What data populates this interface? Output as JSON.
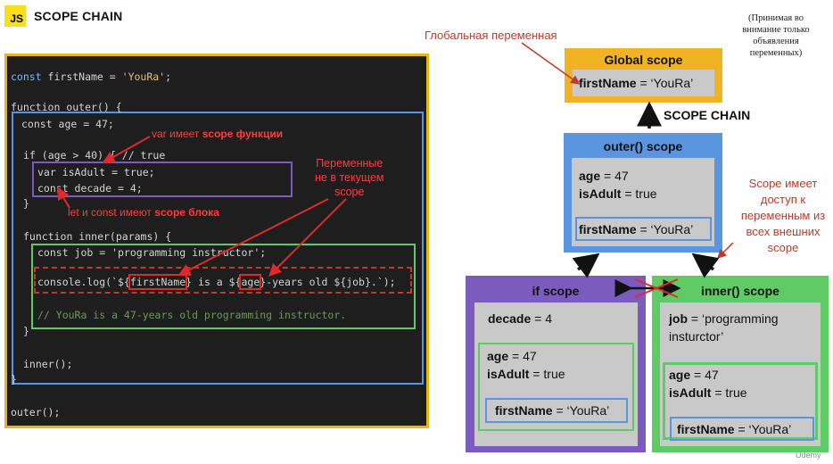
{
  "header": {
    "logo": "JS",
    "title": "SCOPE CHAIN"
  },
  "code": {
    "line1": "const firstName = 'YouRa';",
    "line3": "function outer() {",
    "line4": "const age = 47;",
    "line6": "if (age > 40) { // true",
    "line7": "var isAdult = true;",
    "line8": "const decade = 4;",
    "line9": "}",
    "line11": "function inner(params) {",
    "line12": "const job = 'programming instructor';",
    "line14_a": "console.log(`${",
    "line14_b": "firstName",
    "line14_c": "} is a ${",
    "line14_d": "age",
    "line14_e": "}-years old ${job}.`);",
    "line16": "// YouRa is a 47-years old programming instructor.",
    "line17": "}",
    "line19": "inner();",
    "line20": "}",
    "line22": "outer();"
  },
  "notes": {
    "var_scope_a": "var имеет ",
    "var_scope_b": "scope функции",
    "let_const_a": "let и const имеют ",
    "let_const_b": "scope блока",
    "not_current": [
      "Переменные",
      "не в текущем",
      "scope"
    ],
    "global_var": "Глобальная переменная",
    "access_outer": [
      "Scope имеет",
      "доступ к",
      "переменным из",
      "всех внешних",
      "scope"
    ],
    "side_note": [
      "(Принимая во",
      "внимание только",
      "объявления",
      "переменных)"
    ]
  },
  "diagram": {
    "global": {
      "title": "Global scope",
      "var_name": "firstName",
      "var_value": " = ‘YouRa’"
    },
    "chain_label": "SCOPE CHAIN",
    "outer": {
      "title": "outer() scope",
      "age_name": "age",
      "age_value": " = 47",
      "adult_name": "isAdult",
      "adult_value": " = true",
      "first_name": "firstName",
      "first_value": " = ‘YouRa’"
    },
    "if": {
      "title": "if scope",
      "decade_name": "decade",
      "decade_value": " = 4",
      "age_name": "age",
      "age_value": " = 47",
      "adult_name": "isAdult",
      "adult_value": " = true",
      "first_name": "firstName",
      "first_value": " = ‘YouRa’"
    },
    "inner": {
      "title": "inner() scope",
      "job_name": "job",
      "job_value": " = ‘programming",
      "job_value2": "insturctor’",
      "age_name": "age",
      "age_value": " = 47",
      "adult_name": "isAdult",
      "adult_value": " = true",
      "first_name": "firstName",
      "first_value": " = ‘YouRa’"
    }
  },
  "colors": {
    "global": "#f0b323",
    "outer": "#5b95e0",
    "if": "#7c5bbf",
    "inner": "#5ecb64",
    "note": "#e02a2a",
    "code_border": "#e8b416"
  },
  "watermark": "Udemy"
}
